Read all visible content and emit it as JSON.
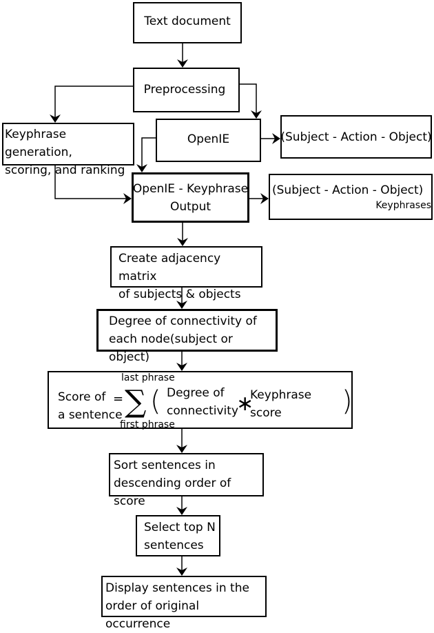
{
  "nodes": {
    "text_document": "Text document",
    "preprocessing": "Preprocessing",
    "keyphrase_generation": "Keyphrase generation,\nscoring, and ranking",
    "openie": "OpenIE",
    "openie_triples": "(Subject - Action - Object)",
    "openie_keyphrase_output": "OpenIE - Keyphrase\nOutput",
    "keyphrase_triples_line1": "(Subject - Action - Object)",
    "keyphrase_triples_line2": "Keyphrases",
    "adjacency_matrix": "Create adjacency matrix\nof subjects & objects",
    "degree_connectivity": "Degree of connectivity of\neach node(subject or object)",
    "sort_sentences": "Sort sentences in\ndescending order of score",
    "select_top": "Select top N\nsentences",
    "display_sentences": "Display sentences in the\norder of original occurrence"
  },
  "formula": {
    "lhs": "Score of\na sentence",
    "equals": "=",
    "upper_limit": "last phrase",
    "sigma": "∑",
    "lower_limit": "first phrase",
    "open_paren": "(",
    "term1": "Degree of\nconnectivity",
    "times": "∗",
    "term2": "Keyphrase score",
    "close_paren": ")"
  }
}
